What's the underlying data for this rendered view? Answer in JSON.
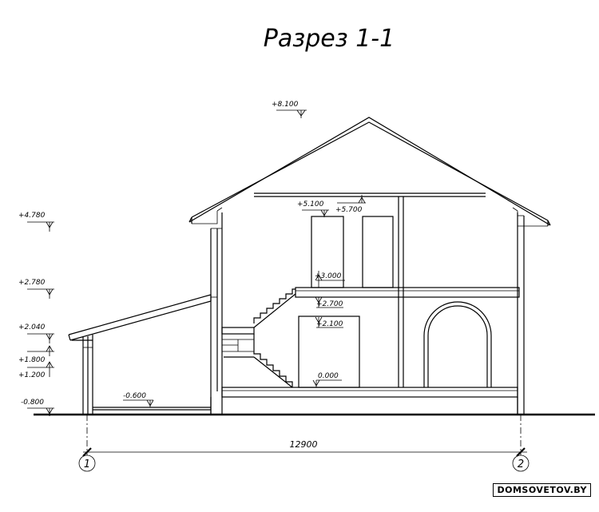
{
  "title": "Разрез 1-1",
  "elevations": {
    "roof_ridge": "+8.100",
    "ceiling_2f": "+5.100",
    "attic_floor": "+5.700",
    "left_4780": "+4.780",
    "left_2780": "+2.780",
    "left_2040": "+2.040",
    "left_1800": "+1.800",
    "left_1200": "+1.200",
    "left_m0800": "-0.800",
    "floor_2": "+3.000",
    "ceiling_1": "+2.700",
    "door_1": "+2.100",
    "floor_1": "0.000",
    "porch": "-0.600"
  },
  "dimension": "12900",
  "axes": [
    "1",
    "2"
  ],
  "watermark": "DOMSOVETOV.BY"
}
